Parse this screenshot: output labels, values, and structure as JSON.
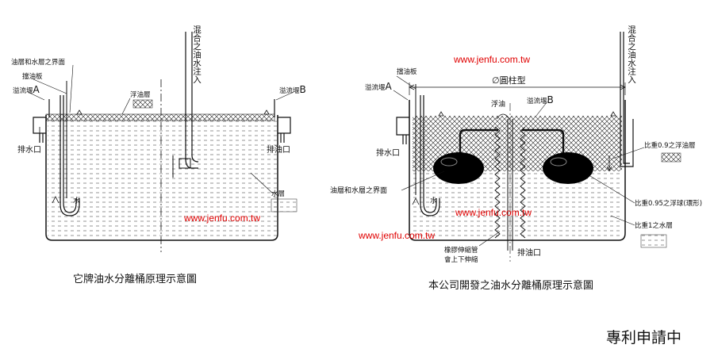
{
  "left": {
    "inlet": "混合之油水注入",
    "interface": "油層和水層之界面",
    "baffle": "擋油板",
    "weir_a_prefix": "溢流堰",
    "weir_a_letter": "A",
    "weir_b_prefix": "溢流堰",
    "weir_b_letter": "B",
    "oil_layer": "浮油層",
    "drain_water": "排水口",
    "drain_oil": "排油口",
    "water": "水",
    "water_layer": "水層",
    "caption": "它牌油水分離桶原理示意圖"
  },
  "right": {
    "inlet": "混合之油水注入",
    "baffle": "擋油板",
    "weir_a_prefix": "溢流堰",
    "weir_a_letter": "A",
    "cylinder": "∅圓柱型",
    "float_oil": "浮油",
    "weir_b_prefix": "溢流堰",
    "weir_b_letter": "B",
    "drain_water": "排水口",
    "oil_layer_sg": "比重0.9之浮油層",
    "interface": "油層和水層之界面",
    "float_ball": "比重0.95之浮球(環形)",
    "water_layer_sg": "比重1之水層",
    "water": "水",
    "bellows_1": "橡膠伸縮管",
    "bellows_2": "會上下伸縮",
    "drain_oil": "排油口",
    "caption": "本公司開發之油水分離桶原理示意圖"
  },
  "watermarks": [
    "www.jenfu.com.tw",
    "www.jenfu.com.tw",
    "www.jenfu.com.tw",
    "www.jenfu.com.tw"
  ],
  "patent": "專利申請中",
  "colors": {
    "watermark": "#e00000",
    "line": "#111111",
    "float": "#000000"
  }
}
